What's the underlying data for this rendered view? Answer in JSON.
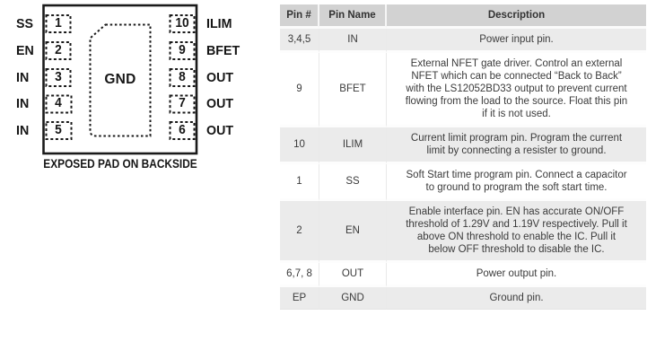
{
  "diagram": {
    "caption": "EXPOSED PAD ON BACKSIDE",
    "center_label": "GND",
    "left_pins": [
      {
        "number": "1",
        "label": "SS"
      },
      {
        "number": "2",
        "label": "EN"
      },
      {
        "number": "3",
        "label": "IN"
      },
      {
        "number": "4",
        "label": "IN"
      },
      {
        "number": "5",
        "label": "IN"
      }
    ],
    "right_pins": [
      {
        "number": "10",
        "label": "ILIM"
      },
      {
        "number": "9",
        "label": "BFET"
      },
      {
        "number": "8",
        "label": "OUT"
      },
      {
        "number": "7",
        "label": "OUT"
      },
      {
        "number": "6",
        "label": "OUT"
      }
    ]
  },
  "table": {
    "headers": [
      "Pin #",
      "Pin Name",
      "Description"
    ],
    "rows": [
      {
        "pin": "3,4,5",
        "name": "IN",
        "desc": "Power input pin."
      },
      {
        "pin": "9",
        "name": "BFET",
        "desc": "External NFET gate driver. Control an external NFET which can be connected “Back to Back” with the LS12052BD33 output to prevent current flowing from the load to the source. Float this pin if it is not used."
      },
      {
        "pin": "10",
        "name": "ILIM",
        "desc": "Current limit program pin. Program the current limit by connecting a resister to ground."
      },
      {
        "pin": "1",
        "name": "SS",
        "desc": "Soft Start time program pin. Connect a capacitor to ground to program the soft start time."
      },
      {
        "pin": "2",
        "name": "EN",
        "desc": "Enable interface pin. EN has accurate ON/OFF threshold of 1.29V and 1.19V respectively. Pull it above ON threshold to enable the IC. Pull it below OFF threshold to disable the IC."
      },
      {
        "pin": "6,7, 8",
        "name": "OUT",
        "desc": "Power output pin."
      },
      {
        "pin": "EP",
        "name": "GND",
        "desc": "Ground pin."
      }
    ]
  },
  "colors": {
    "table_header_bg": "#d2d2d2",
    "table_alt_row_bg": "#ebebeb",
    "table_text": "#3b3b3b",
    "line_color": "#1a1a1a"
  }
}
